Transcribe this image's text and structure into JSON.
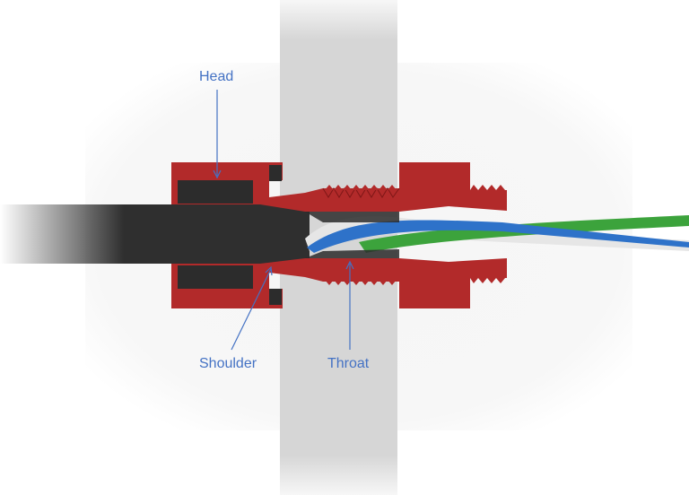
{
  "labels": {
    "head": "Head",
    "shoulder": "Shoulder",
    "throat": "Throat"
  },
  "colors": {
    "label_text": "#4472c4",
    "leader_line": "#4472c4",
    "housing": "#b22a2a",
    "housing_dark": "#7e1717",
    "panel": "#d4d4d4",
    "cable_jacket": "#2f2f2f",
    "wire_blue": "#2e72c9",
    "wire_green": "#3ca33c",
    "wire_white": "#e6e6e6"
  }
}
